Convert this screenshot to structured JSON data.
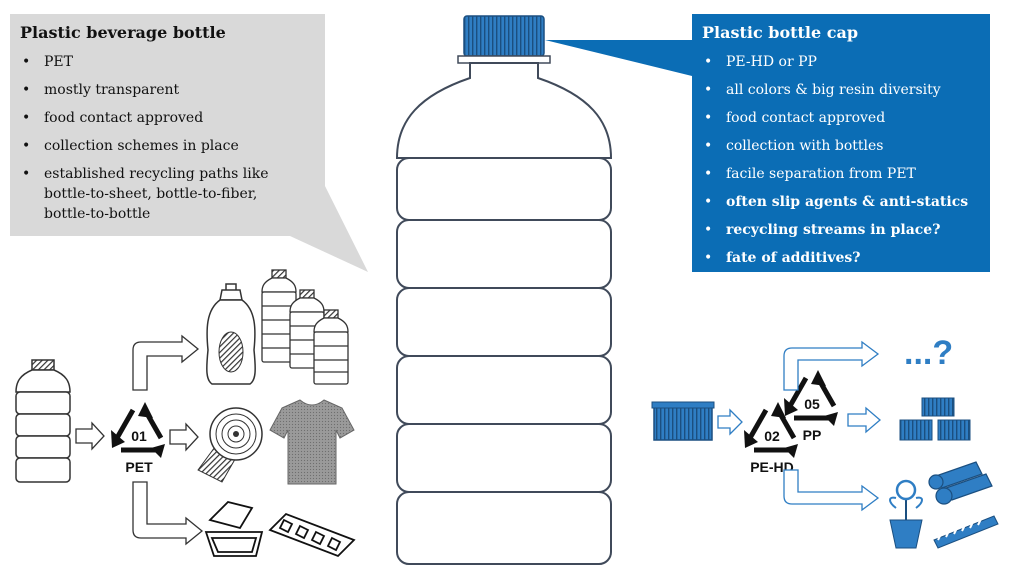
{
  "left_callout": {
    "title": "Plastic beverage bottle",
    "items": [
      "PET",
      "mostly transparent",
      "food contact approved",
      "collection schemes in place",
      "established recycling paths like",
      "bottle-to-sheet, bottle-to-fiber,",
      "bottle-to-bottle"
    ],
    "bg_color": "#d9d9d9"
  },
  "right_callout": {
    "title": "Plastic bottle cap",
    "items": [
      "PE-HD or PP",
      "all colors & big resin diversity",
      "food contact approved",
      "collection with bottles",
      "facile separation from PET",
      "often slip agents & anti-statics",
      "recycling streams in place?",
      "fate of additives?"
    ],
    "bold_from_index": 5,
    "bg_color": "#0b6db5"
  },
  "pet_symbol": {
    "code": "01",
    "label": "PET"
  },
  "cap_symbols": [
    {
      "code": "02",
      "label": "PE-HD"
    },
    {
      "code": "05",
      "label": "PP"
    }
  ],
  "unknown_output": "...?",
  "colors": {
    "cap_blue": "#2f7ec4",
    "dark_blue": "#1b4f80",
    "outline": "#404a5a",
    "gray_fill": "#8c8c8c"
  }
}
